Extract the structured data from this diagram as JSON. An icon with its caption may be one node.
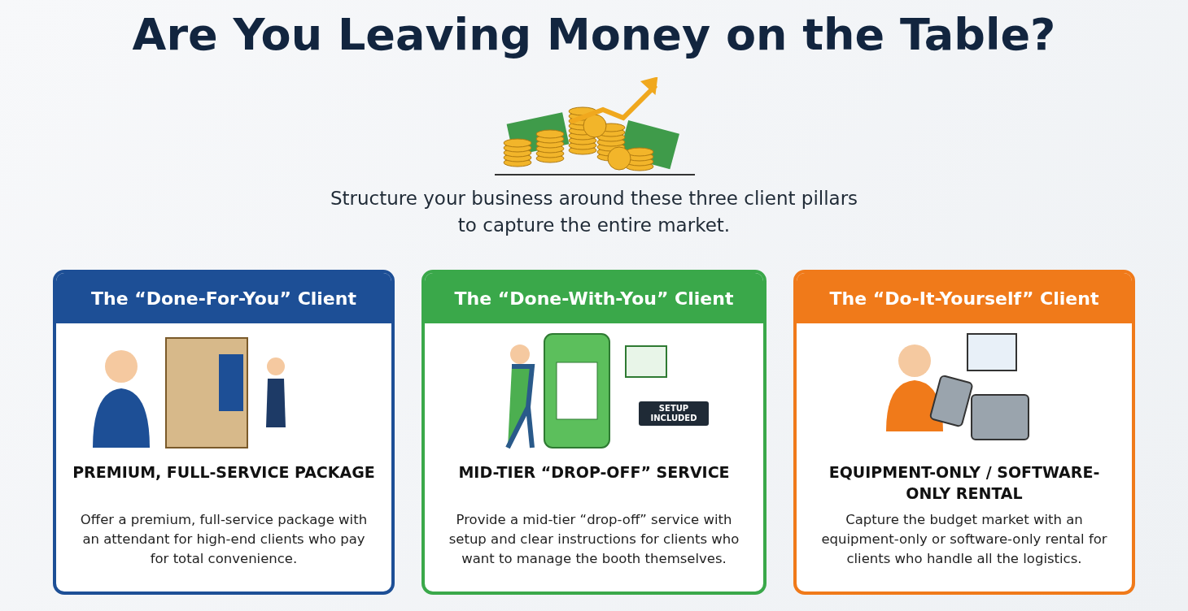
{
  "diagram": {
    "title": "Are You Leaving Money on the Table?",
    "nodes": [
      {
        "text": [
          "The “Done-For-You” Client",
          "PREMIUM, FULL-SERVICE PACKAGE",
          "Offer a premium, full-service package with an attendant for high-end clients who pay for total convenience."
        ]
      },
      {
        "text": [
          "The “Done-With-You” Client",
          "MID-TIER “DROP-OFF” SERVICE",
          "Provide a mid-tier “drop-off” service with setup and clear instructions for clients who want to manage the booth themselves."
        ]
      },
      {
        "text": [
          "The “Do-It-Yourself” Client",
          "EQUIPMENT-ONLY / SOFTWARE-ONLY RENTAL",
          "Capture the budget market with an equipment-only or software-only rental for clients who handle all the logistics."
        ]
      }
    ],
    "labels": [
      "Structure your business around these three client pillars to capture the entire market.",
      "SETUP INCLUDED"
    ]
  }
}
